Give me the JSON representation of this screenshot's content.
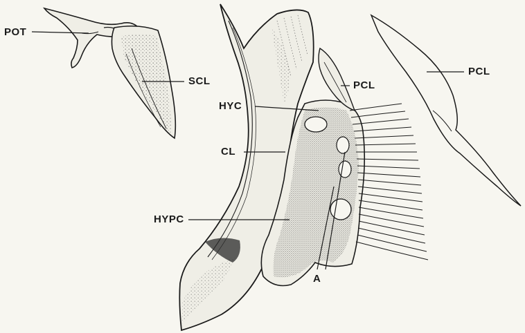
{
  "labels": {
    "pot": "POT",
    "scl": "SCL",
    "hyc": "HYC",
    "cl": "CL",
    "hypc": "HYPC",
    "pcl_mid": "PCL",
    "pcl_right": "PCL",
    "a": "A"
  },
  "colors": {
    "ink": "#1a1a1a",
    "paper": "#f7f6f0",
    "bone_light": "#efeee6",
    "bone_shade": "#bdbcb4"
  }
}
